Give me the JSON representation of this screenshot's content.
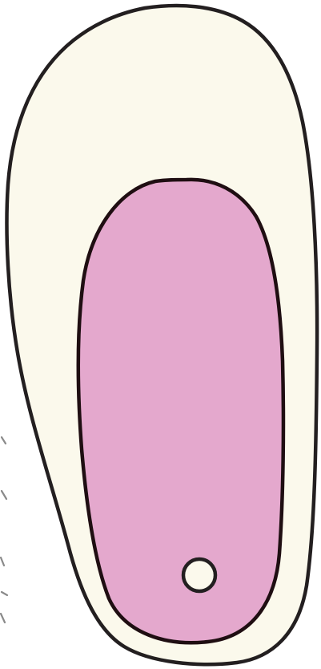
{
  "diagram": {
    "shapes": [
      {
        "name": "outer-body",
        "fill": "#fbf9ec",
        "stroke": "#231f20"
      },
      {
        "name": "inner-region",
        "fill": "#e4a8cd",
        "stroke": "#1f0e12"
      },
      {
        "name": "small-circle",
        "fill": "#fbf9ec",
        "stroke": "#231f20"
      }
    ],
    "edge_fragment": {
      "color": "#8a8a8a",
      "partially_visible": true
    }
  }
}
